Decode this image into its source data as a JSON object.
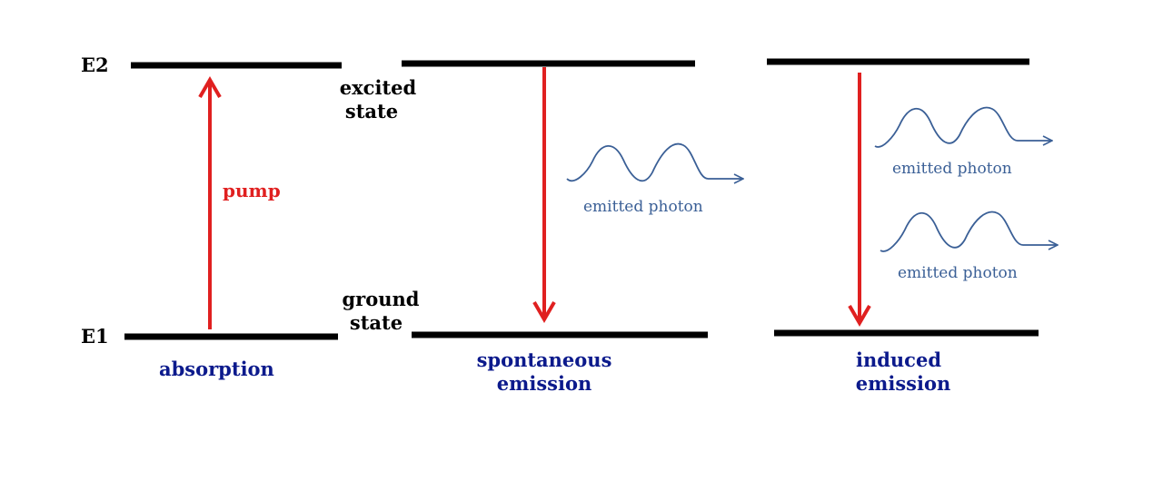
{
  "levels": {
    "upper": "E2",
    "lower": "E1"
  },
  "states": {
    "excited_line1": "excited",
    "excited_line2": "state",
    "ground_line1": "ground",
    "ground_line2": "state"
  },
  "pump_label": "pump",
  "processes": {
    "absorption": "absorption",
    "spontaneous_line1": "spontaneous",
    "spontaneous_line2": "emission",
    "induced_line1": "induced",
    "induced_line2": "emission"
  },
  "photon_label": "emitted photon",
  "colors": {
    "level_line": "#000000",
    "arrow": "#e02020",
    "process_text": "#0c1a8c",
    "photon": "#3a5f96",
    "pump_text": "#e02020"
  }
}
